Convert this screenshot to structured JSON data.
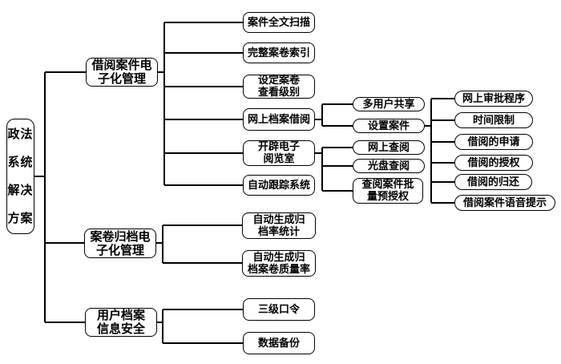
{
  "diagram_title": "政法系统解决方案",
  "colors": {
    "background": "#ffffff",
    "line": "#000000",
    "box_border": "#000000",
    "box_fill": "#ffffff",
    "text": "#000000"
  },
  "nodes": {
    "root": {
      "label": "政法\n系统\n解决\n方案"
    },
    "borrow_mgmt": {
      "label": "借阅案件电\n子化管理"
    },
    "archive_mgmt": {
      "label": "案卷归档电\n子化管理"
    },
    "user_security": {
      "label": "用户档案\n信息安全"
    },
    "fulltext_scan": {
      "label": "案件全文扫描"
    },
    "complete_index": {
      "label": "完整案卷索引"
    },
    "view_level": {
      "label": "设定案卷\n查看级别"
    },
    "online_borrow": {
      "label": "网上档案借阅"
    },
    "e_reading_room": {
      "label": "开辟电子\n阅览室"
    },
    "auto_tracking": {
      "label": "自动跟踪系统"
    },
    "filing_rate_stats": {
      "label": "自动生成归\n档率统计"
    },
    "filing_quality_rate": {
      "label": "自动生成归\n档案卷质量率"
    },
    "three_level_password": {
      "label": "三级口令"
    },
    "data_backup": {
      "label": "数据备份"
    },
    "multi_user_share": {
      "label": "多用户共享"
    },
    "set_case": {
      "label": "设置案件"
    },
    "online_view": {
      "label": "网上查阅"
    },
    "cd_view": {
      "label": "光盘查阅"
    },
    "batch_preauth": {
      "label": "查阅案件批\n量预授权"
    },
    "online_approval": {
      "label": "网上审批程序"
    },
    "time_limit": {
      "label": "时间限制"
    },
    "borrow_apply": {
      "label": "借阅的申请"
    },
    "borrow_authorize": {
      "label": "借阅的授权"
    },
    "borrow_return": {
      "label": "借阅的归还"
    },
    "voice_prompt": {
      "label": "借阅案件语音提示"
    }
  },
  "hierarchy": {
    "root": [
      "borrow_mgmt",
      "archive_mgmt",
      "user_security"
    ],
    "borrow_mgmt": [
      "fulltext_scan",
      "complete_index",
      "view_level",
      "online_borrow",
      "e_reading_room",
      "auto_tracking"
    ],
    "archive_mgmt": [
      "filing_rate_stats",
      "filing_quality_rate"
    ],
    "user_security": [
      "three_level_password",
      "data_backup"
    ],
    "online_borrow": [
      "multi_user_share",
      "set_case"
    ],
    "e_reading_room": [
      "online_view",
      "cd_view",
      "batch_preauth"
    ],
    "set_case": [
      "online_approval",
      "time_limit",
      "borrow_apply",
      "borrow_authorize",
      "borrow_return",
      "voice_prompt"
    ]
  }
}
